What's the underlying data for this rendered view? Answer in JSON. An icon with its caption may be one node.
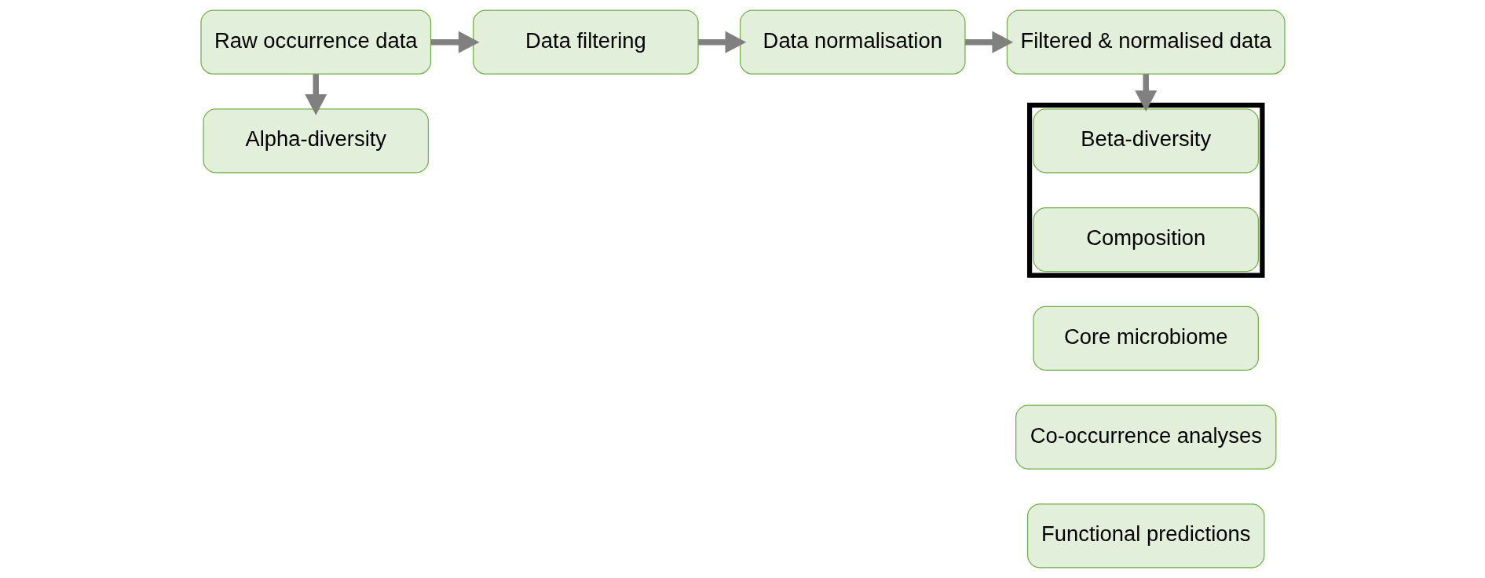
{
  "diagram": {
    "nodes": [
      {
        "text": [
          "Raw occurrence data"
        ]
      },
      {
        "text": [
          "Data filtering"
        ]
      },
      {
        "text": [
          "Data normalisation"
        ]
      },
      {
        "text": [
          "Filtered & normalised data"
        ]
      },
      {
        "text": [
          "Alpha-diversity"
        ]
      },
      {
        "text": [],
        "shape": "box"
      },
      {
        "text": [
          "Beta-diversity"
        ],
        "in": 5
      },
      {
        "text": [
          "Composition"
        ],
        "in": 5
      },
      {
        "text": [
          "Core microbiome"
        ]
      },
      {
        "text": [
          "Co-occurrence analyses"
        ]
      },
      {
        "text": [
          "Functional predictions"
        ]
      }
    ],
    "edges": [
      {
        "from": 0,
        "to": 1,
        "arrow": "to"
      },
      {
        "from": 1,
        "to": 2,
        "arrow": "to"
      },
      {
        "from": 2,
        "to": 3,
        "arrow": "to"
      },
      {
        "from": 0,
        "to": 4,
        "arrow": "to"
      },
      {
        "from": 3,
        "to": 5,
        "arrow": "to"
      }
    ]
  }
}
